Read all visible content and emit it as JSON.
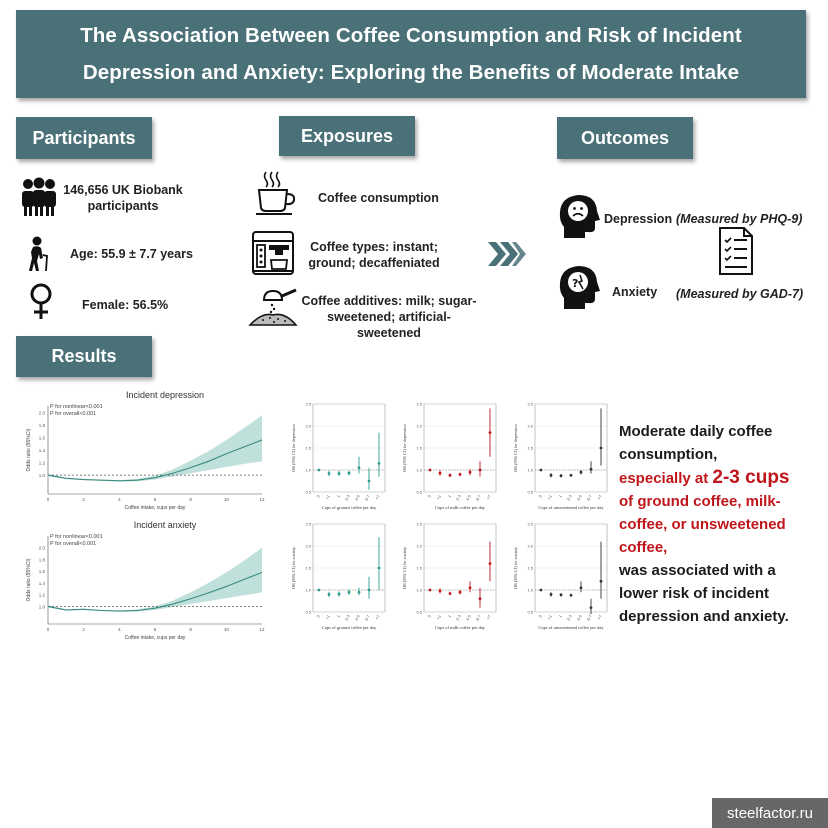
{
  "title": {
    "line1": "The Association Between Coffee Consumption and Risk of Incident",
    "line2": "Depression and Anxiety: Exploring the Benefits of Moderate Intake"
  },
  "sections": {
    "participants": "Participants",
    "exposures": "Exposures",
    "outcomes": "Outcomes",
    "results": "Results"
  },
  "participants": {
    "count": "146,656 UK Biobank participants",
    "age": "Age: 55.9 ± 7.7 years",
    "female": "Female: 56.5%"
  },
  "exposures": {
    "consumption": "Coffee consumption",
    "types": "Coffee types: instant; ground; decaffeniated",
    "additives": "Coffee additives: milk; sugar-sweetened; artificial-sweetened"
  },
  "outcomes": {
    "depression": "Depression",
    "depression_measure": "(Measured by PHQ-9)",
    "anxiety": "Anxiety",
    "anxiety_measure": "(Measured by GAD-7)"
  },
  "conclusion": {
    "part1": "Moderate daily coffee consumption,",
    "part2a": "especially at ",
    "part2b": "2-3 cups",
    "part3": "of ground coffee, milk-coffee, or unsweetened coffee,",
    "part4": "was associated with a lower risk of incident depression and anxiety."
  },
  "watermark": "steelfactor.ru",
  "colors": {
    "banner": "#4a7177",
    "teal": "#2a9d8f",
    "red": "#c0161b",
    "dark": "#333333"
  },
  "chart_data": [
    {
      "type": "line",
      "title": "Incident depression",
      "annotations": [
        "P for nonlinear<0.001",
        "P for overall<0.001"
      ],
      "xlabel": "Coffee intake, cups per day",
      "ylabel": "Odds ratio (95%CI)",
      "xlim": [
        0,
        12
      ],
      "ylim": [
        0.7,
        2.1
      ],
      "x_ticks": [
        "0",
        "2",
        "4",
        "6",
        "8",
        "10",
        "12"
      ],
      "y_ticks": [
        "1.0",
        "1.2",
        "1.4",
        "1.6",
        "1.8",
        "2.0"
      ],
      "reference_line": 1.0,
      "x": [
        0,
        1,
        2,
        3,
        4,
        5,
        6,
        7,
        8,
        9,
        10,
        11,
        12
      ],
      "y": [
        1.0,
        0.95,
        0.93,
        0.92,
        0.91,
        0.92,
        0.96,
        1.03,
        1.12,
        1.22,
        1.34,
        1.45,
        1.56
      ],
      "lower": [
        0.98,
        0.94,
        0.92,
        0.91,
        0.9,
        0.9,
        0.93,
        0.98,
        1.03,
        1.08,
        1.13,
        1.18,
        1.22
      ],
      "upper": [
        1.02,
        0.96,
        0.94,
        0.93,
        0.92,
        0.94,
        0.99,
        1.09,
        1.23,
        1.38,
        1.56,
        1.75,
        1.95
      ]
    },
    {
      "type": "line",
      "title": "Incident anxiety",
      "annotations": [
        "P for nonlinear<0.001",
        "P for overall<0.001"
      ],
      "xlabel": "Coffee intake, cups per day",
      "ylabel": "Odds ratio (95%CI)",
      "xlim": [
        0,
        12
      ],
      "ylim": [
        0.7,
        2.2
      ],
      "x_ticks": [
        "0",
        "2",
        "4",
        "6",
        "8",
        "10",
        "12"
      ],
      "y_ticks": [
        "1.0",
        "1.2",
        "1.4",
        "1.6",
        "1.8",
        "2.0"
      ],
      "reference_line": 1.0,
      "x": [
        0,
        1,
        2,
        3,
        4,
        5,
        6,
        7,
        8,
        9,
        10,
        11,
        12
      ],
      "y": [
        1.0,
        0.94,
        0.95,
        0.93,
        0.92,
        0.93,
        0.97,
        1.04,
        1.13,
        1.23,
        1.34,
        1.46,
        1.58
      ],
      "lower": [
        0.98,
        0.93,
        0.94,
        0.92,
        0.91,
        0.91,
        0.94,
        0.99,
        1.04,
        1.09,
        1.14,
        1.19,
        1.24
      ],
      "upper": [
        1.02,
        0.95,
        0.96,
        0.94,
        0.93,
        0.95,
        1.0,
        1.1,
        1.24,
        1.4,
        1.58,
        1.78,
        2.0
      ]
    },
    {
      "type": "scatter",
      "xlabel": "Cups of ground coffee per day",
      "ylabel": "OR (95% CI) for depression",
      "categories": [
        "0",
        "<1",
        "1",
        "2-3",
        "4-5",
        "6-7",
        ">7"
      ],
      "values": [
        1.0,
        0.92,
        0.92,
        0.93,
        1.05,
        0.75,
        1.15
      ],
      "lower": [
        1.0,
        0.86,
        0.86,
        0.88,
        0.92,
        0.55,
        0.85
      ],
      "upper": [
        1.0,
        0.98,
        0.98,
        0.98,
        1.3,
        1.05,
        1.85
      ],
      "ylim": [
        0.5,
        2.5
      ],
      "color": "#2a9d8f"
    },
    {
      "type": "scatter",
      "xlabel": "Cups of milk coffee per day",
      "ylabel": "OR (95% CI) for depression",
      "categories": [
        "0",
        "<1",
        "1",
        "2-3",
        "4-5",
        "6-7",
        ">7"
      ],
      "values": [
        1.0,
        0.93,
        0.88,
        0.9,
        0.95,
        1.0,
        1.85
      ],
      "lower": [
        1.0,
        0.87,
        0.84,
        0.86,
        0.88,
        0.85,
        1.3
      ],
      "upper": [
        1.0,
        0.99,
        0.92,
        0.94,
        1.02,
        1.2,
        2.4
      ],
      "ylim": [
        0.5,
        2.5
      ],
      "color": "#c0161b"
    },
    {
      "type": "scatter",
      "xlabel": "Cups of unsweetened coffee per day",
      "ylabel": "OR (95% CI) for depression",
      "categories": [
        "0",
        "<1",
        "1",
        "2-3",
        "4-5",
        "6-7",
        ">7"
      ],
      "values": [
        1.0,
        0.88,
        0.87,
        0.88,
        0.95,
        1.02,
        1.5
      ],
      "lower": [
        1.0,
        0.83,
        0.83,
        0.85,
        0.9,
        0.92,
        1.1
      ],
      "upper": [
        1.0,
        0.93,
        0.91,
        0.91,
        1.0,
        1.2,
        2.4
      ],
      "ylim": [
        0.5,
        2.5
      ],
      "color": "#333333"
    },
    {
      "type": "scatter",
      "xlabel": "Cups of ground coffee per day",
      "ylabel": "OR (95% CI) for anxiety",
      "categories": [
        "0",
        "<1",
        "1",
        "2-3",
        "4-5",
        "6-7",
        ">7"
      ],
      "values": [
        1.0,
        0.9,
        0.91,
        0.95,
        0.95,
        1.0,
        1.5
      ],
      "lower": [
        1.0,
        0.84,
        0.85,
        0.89,
        0.88,
        0.8,
        1.0
      ],
      "upper": [
        1.0,
        0.96,
        0.97,
        1.01,
        1.05,
        1.3,
        2.2
      ],
      "ylim": [
        0.5,
        2.5
      ],
      "color": "#2a9d8f"
    },
    {
      "type": "scatter",
      "xlabel": "Cups of milk coffee per day",
      "ylabel": "OR (95% CI) for anxiety",
      "categories": [
        "0",
        "<1",
        "1",
        "2-3",
        "4-5",
        "6-7",
        ">7"
      ],
      "values": [
        1.0,
        0.98,
        0.92,
        0.95,
        1.05,
        0.8,
        1.6
      ],
      "lower": [
        1.0,
        0.92,
        0.88,
        0.9,
        0.95,
        0.6,
        1.2
      ],
      "upper": [
        1.0,
        1.04,
        0.96,
        1.0,
        1.2,
        1.05,
        2.1
      ],
      "ylim": [
        0.5,
        2.5
      ],
      "color": "#c0161b"
    },
    {
      "type": "scatter",
      "xlabel": "Cups of unsweetened coffee per day",
      "ylabel": "OR (95% CI) for anxiety",
      "categories": [
        "0",
        "<1",
        "1",
        "2-3",
        "4-5",
        "6-7",
        ">7"
      ],
      "values": [
        1.0,
        0.9,
        0.89,
        0.88,
        1.05,
        0.6,
        1.2
      ],
      "lower": [
        1.0,
        0.85,
        0.85,
        0.85,
        0.95,
        0.45,
        0.8
      ],
      "upper": [
        1.0,
        0.95,
        0.93,
        0.92,
        1.2,
        0.8,
        2.1
      ],
      "ylim": [
        0.5,
        2.5
      ],
      "color": "#333333"
    }
  ]
}
